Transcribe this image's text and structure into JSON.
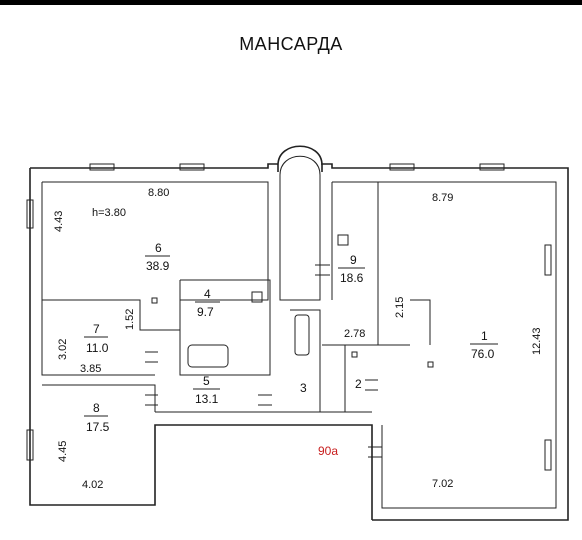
{
  "title": "МАНСАРДА",
  "height_note": "h=3.80",
  "rooms": [
    {
      "id": "1",
      "area": "76.0"
    },
    {
      "id": "2",
      "area": ""
    },
    {
      "id": "3",
      "area": ""
    },
    {
      "id": "4",
      "area": "9.7"
    },
    {
      "id": "5",
      "area": "13.1"
    },
    {
      "id": "6",
      "area": "38.9"
    },
    {
      "id": "7",
      "area": "11.0"
    },
    {
      "id": "8",
      "area": "17.5"
    },
    {
      "id": "9",
      "area": "18.6"
    },
    {
      "id": "90a",
      "area": ""
    }
  ],
  "dimensions": [
    "8.80",
    "4.43",
    "8.79",
    "12.43",
    "3.02",
    "1.52",
    "3.85",
    "4.45",
    "4.02",
    "7.02",
    "2.15",
    "2.78"
  ],
  "colors": {
    "wall": "#222222",
    "accent": "#c81e1e"
  }
}
